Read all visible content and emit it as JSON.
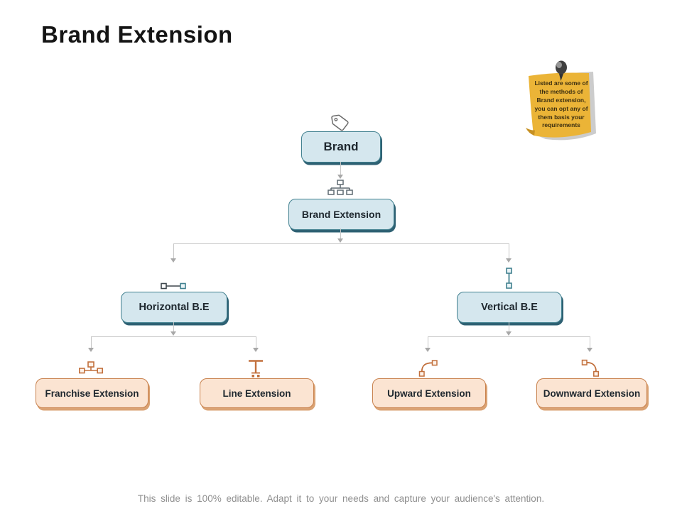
{
  "slide": {
    "title": "Brand Extension",
    "footer": "This slide is 100% editable. Adapt it to your needs and capture your audience's attention.",
    "background": "#FFFFFF"
  },
  "sticky_note": {
    "text": "Listed are some of the methods of Brand extension, you can opt any of them basis your requirements",
    "bg_color": "#EBB437",
    "text_color": "#3B2E10",
    "pin_icon": "push-pin-icon"
  },
  "diagram": {
    "type": "org-chart",
    "nodes": [
      {
        "id": "brand",
        "label": "Brand",
        "level": 1,
        "parent": null,
        "style": "blue",
        "icon": "tag-icon"
      },
      {
        "id": "brand-extension",
        "label": "Brand Extension",
        "level": 2,
        "parent": "brand",
        "style": "blue",
        "icon": "org-chart-icon"
      },
      {
        "id": "horizontal-be",
        "label": "Horizontal B.E",
        "level": 3,
        "parent": "brand-extension",
        "style": "blue",
        "icon": "horizontal-connector-icon"
      },
      {
        "id": "vertical-be",
        "label": "Vertical B.E",
        "level": 3,
        "parent": "brand-extension",
        "style": "blue",
        "icon": "vertical-connector-icon"
      },
      {
        "id": "franchise-extension",
        "label": "Franchise Extension",
        "level": 4,
        "parent": "horizontal-be",
        "style": "peach",
        "icon": "network-icon"
      },
      {
        "id": "line-extension",
        "label": "Line Extension",
        "level": 4,
        "parent": "horizontal-be",
        "style": "peach",
        "icon": "line-branch-icon"
      },
      {
        "id": "upward-extension",
        "label": "Upward Extension",
        "level": 4,
        "parent": "vertical-be",
        "style": "peach",
        "icon": "curve-up-icon"
      },
      {
        "id": "downward-extension",
        "label": "Downward Extension",
        "level": 4,
        "parent": "vertical-be",
        "style": "peach",
        "icon": "curve-down-icon"
      }
    ],
    "colors": {
      "blue_fill": "#D5E7EE",
      "blue_border": "#41808F",
      "blue_shadow": "#2E6173",
      "peach_fill": "#FBE4D2",
      "peach_border": "#C8814D",
      "peach_shadow": "#DAA273",
      "node_text": "#1E272E",
      "connector_line": "#C6C6C6",
      "arrow": "#A8A8A8",
      "icon_orange": "#C2703D",
      "icon_teal": "#41808F",
      "icon_gray": "#6B6B6B"
    }
  }
}
